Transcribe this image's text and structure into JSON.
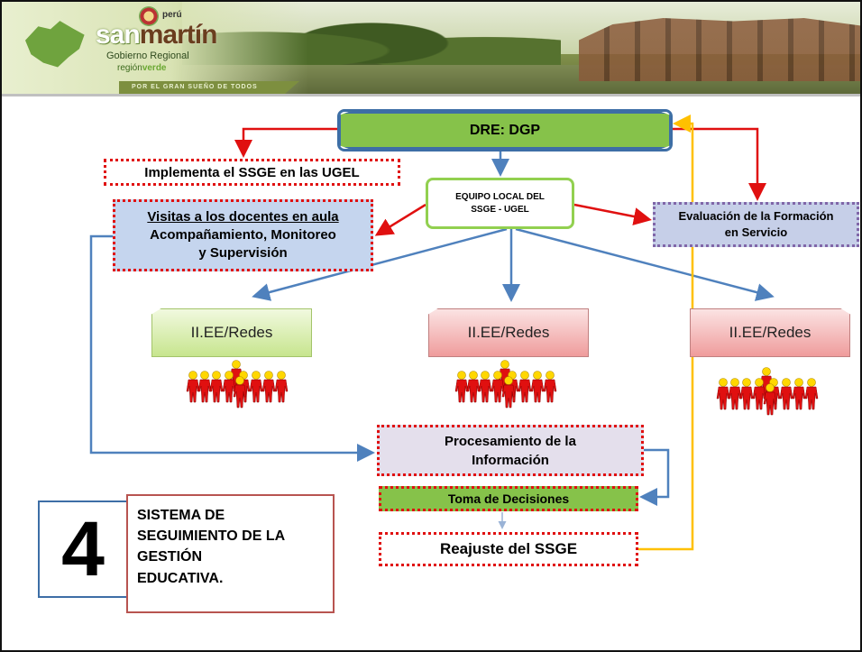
{
  "header": {
    "logo": {
      "country": "perú",
      "name_light": "san",
      "name_bold": "martín",
      "line1": "Gobierno Regional",
      "line2_a": "región",
      "line2_b": "verde"
    },
    "slogan": "POR EL GRAN SUEÑO DE TODOS"
  },
  "diagram": {
    "dre": "DRE: DGP",
    "implementa": "Implementa el SSGE en las UGEL",
    "equipo_line1": "EQUIPO LOCAL DEL",
    "equipo_line2": "SSGE - UGEL",
    "visitas_line1": "Visitas a los docentes en aula",
    "visitas_line2": "Acompañamiento, Monitoreo",
    "visitas_line3": "y Supervisión",
    "evaluacion_line1": "Evaluación de la Formación",
    "evaluacion_line2": "en Servicio",
    "iiee_1": "II.EE/Redes",
    "iiee_2": "II.EE/Redes",
    "iiee_3": "II.EE/Redes",
    "procesamiento_line1": "Procesamiento de la",
    "procesamiento_line2": "Información",
    "toma": "Toma de Decisiones",
    "reajuste": "Reajuste del SSGE"
  },
  "section": {
    "number": "4",
    "title_line1": "SISTEMA DE",
    "title_line2": "SEGUIMIENTO DE LA",
    "title_line3": "GESTIÓN",
    "title_line4": "EDUCATIVA."
  },
  "colors": {
    "red_arrow": "#e01010",
    "blue_arrow": "#4f81bd",
    "yellow_arrow": "#ffc000",
    "green_fill": "#86c24a",
    "people": "#e01010",
    "heads": "#ffd700"
  }
}
